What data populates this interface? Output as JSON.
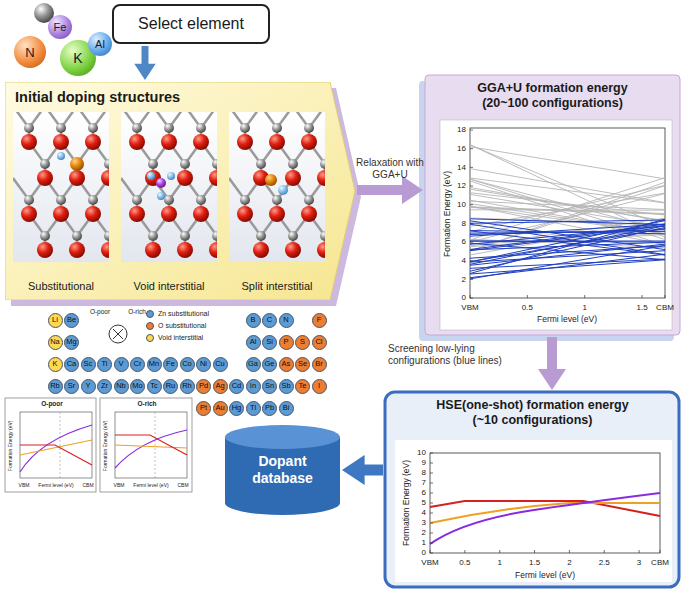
{
  "diagram": {
    "nodes": [
      {
        "text": [
          "Fe"
        ]
      },
      {
        "text": [
          "N"
        ]
      },
      {
        "text": [
          "K"
        ]
      },
      {
        "text": [
          "Al"
        ]
      },
      {
        "text": [
          "Select element"
        ]
      },
      {
        "text": [
          "Initial doping structures"
        ]
      },
      {
        "text": [
          "Substitutional"
        ],
        "in": 5
      },
      {
        "text": [
          "Void interstitial"
        ],
        "in": 5
      },
      {
        "text": [
          "Split interstitial"
        ],
        "in": 5
      },
      {
        "text": [
          "GGA+U formation energy (20~100 configurations)"
        ]
      },
      {
        "text": [
          "HSE(one-shot) formation energy (~10 configurations)"
        ]
      },
      {
        "text": [
          "Dopant database"
        ]
      }
    ],
    "edges": [
      {
        "from": 4,
        "to": 5,
        "arrow": "to"
      },
      {
        "from": 5,
        "to": 9,
        "arrow": "to",
        "label": "Relaxation with GGA+U"
      },
      {
        "from": 9,
        "to": 10,
        "arrow": "to",
        "label": "Screening low-lying configurations (blue lines)"
      },
      {
        "from": 10,
        "to": 11,
        "arrow": "to"
      }
    ],
    "labels": [
      "Formation Energy (eV)",
      "0",
      "2",
      "4",
      "6",
      "8",
      "10",
      "12",
      "14",
      "16",
      "18",
      "VBM",
      "0.5",
      "1",
      "1.5",
      "CBM",
      "Fermi level (eV)",
      "Formation Energy (eV)",
      "0",
      "1",
      "2",
      "3",
      "4",
      "5",
      "6",
      "7",
      "8",
      "9",
      "10",
      "VBM",
      "0.5",
      "1",
      "1.5",
      "2",
      "2.5",
      "3",
      "CBM",
      "Fermi level (eV)",
      "O-poor",
      "O-rich",
      "Li",
      "Be",
      "B",
      "C",
      "N",
      "F",
      "Na",
      "Mg",
      "Al",
      "Si",
      "P",
      "S",
      "Cl",
      "K",
      "Ca",
      "Sc",
      "Ti",
      "V",
      "Cr",
      "Mn",
      "Fe",
      "Co",
      "Ni",
      "Cu",
      "Ga",
      "Ge",
      "As",
      "Se",
      "Br",
      "Rb",
      "Sr",
      "Y",
      "Zr",
      "Nb",
      "Mo",
      "Tc",
      "Ru",
      "Rh",
      "Pd",
      "Ag",
      "Cd",
      "In",
      "Sn",
      "Sb",
      "Te",
      "I",
      "Pt",
      "Au",
      "Hg",
      "Tl",
      "Pb",
      "Bi",
      "O-poor",
      "Formation Energy (eV)",
      "VBM",
      "CBM",
      "Fermi level (eV)",
      "O-rich",
      "Formation Energy (eV)",
      "VBM",
      "CBM",
      "Fermi level (eV)"
    ],
    "legend": [
      {
        "text": "Zn substitutional",
        "color": "#5b9bd5"
      },
      {
        "text": "O substitutional",
        "color": "#ed7d31"
      },
      {
        "text": "Void interstitial",
        "color": "#ffd84d"
      }
    ]
  }
}
